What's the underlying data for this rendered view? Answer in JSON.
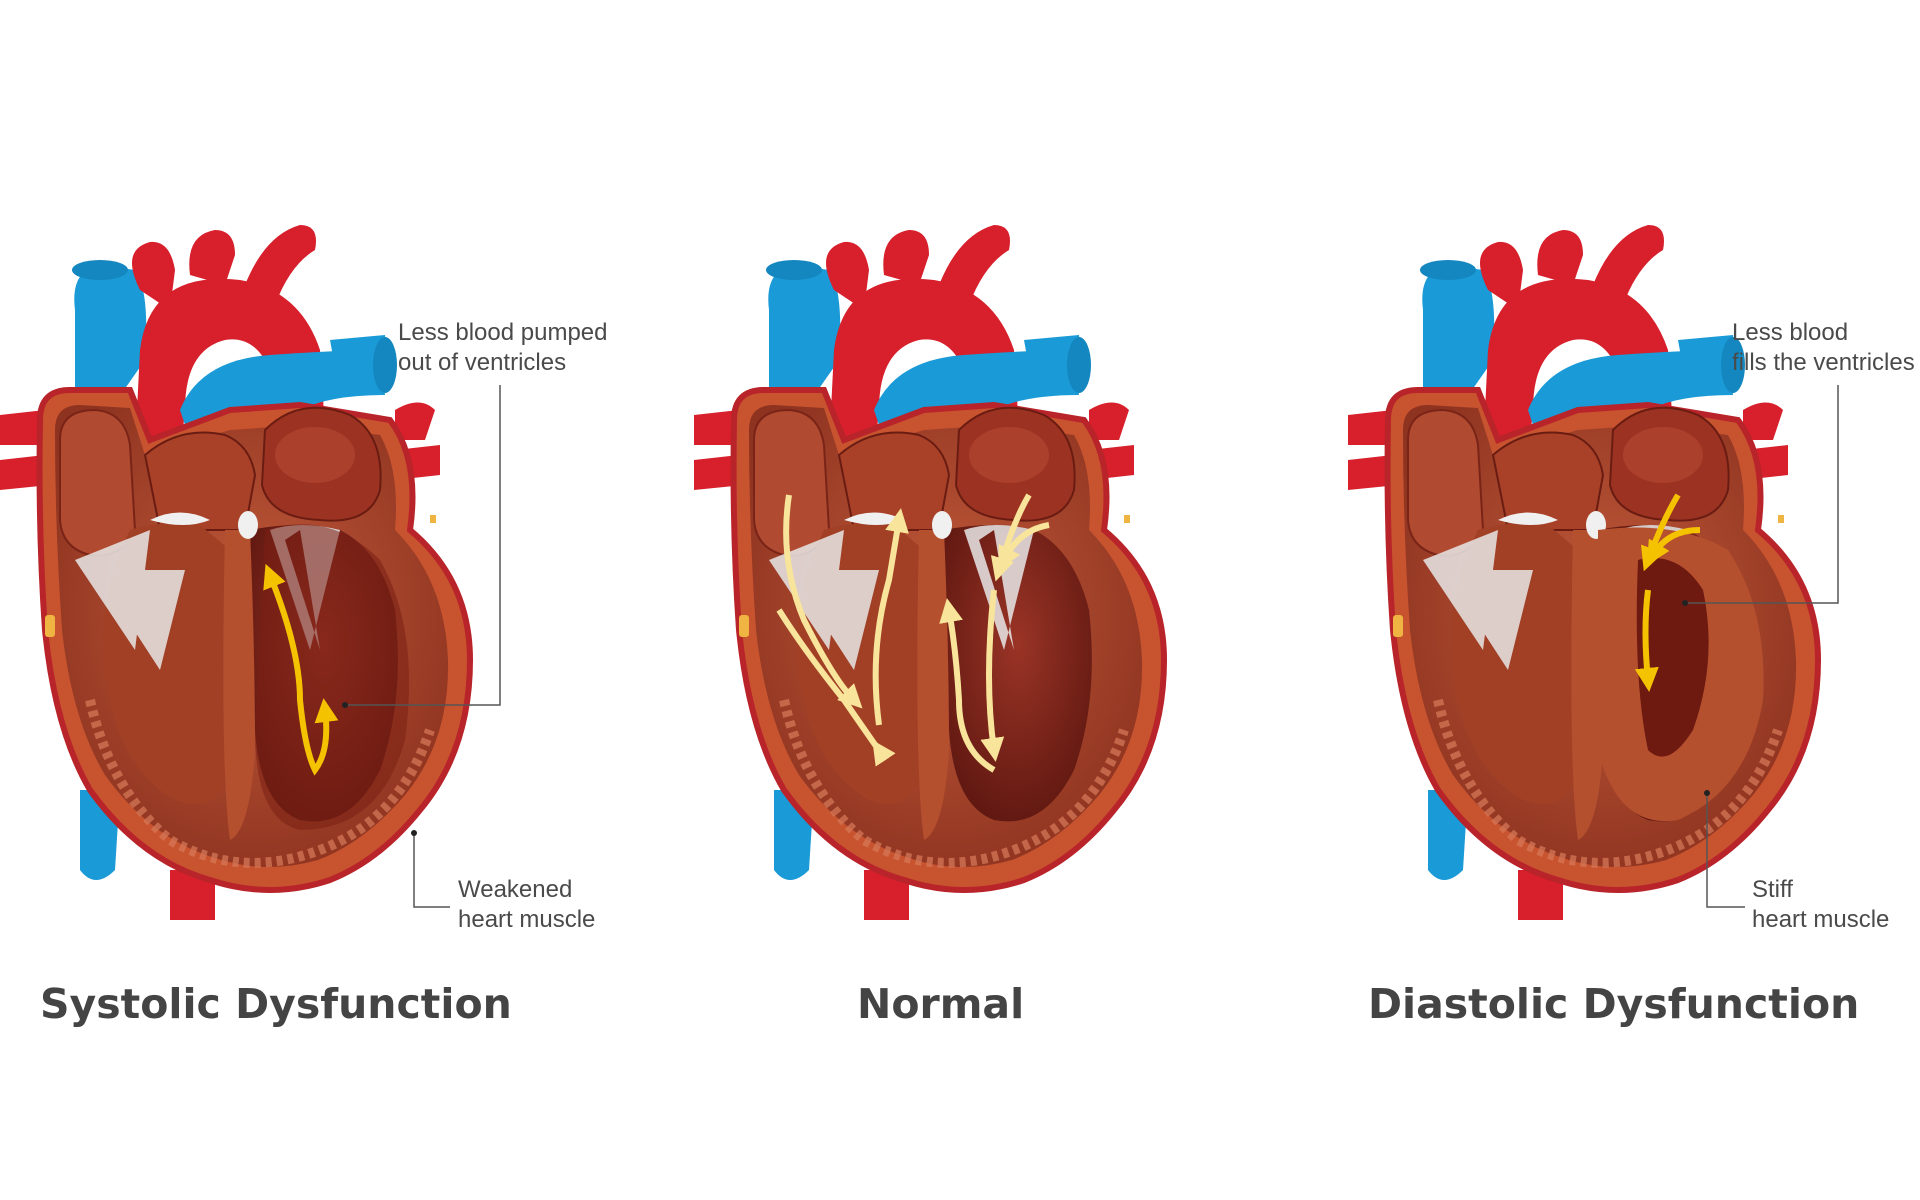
{
  "panels": [
    {
      "id": "systolic",
      "title": "Systolic Dysfunction",
      "annotations": {
        "top": "Less blood pumped\nout of ventricles",
        "bottom": "Weakened\nheart muscle"
      }
    },
    {
      "id": "normal",
      "title": "Normal",
      "annotations": {}
    },
    {
      "id": "diastolic",
      "title": "Diastolic Dysfunction",
      "annotations": {
        "top": "Less blood\nfills the ventricles",
        "bottom": "Stiff\nheart muscle"
      }
    }
  ],
  "colors": {
    "artery": "#d7202c",
    "vein": "#1a9ad6",
    "muscle": "#a8452c",
    "muscle_dark": "#7a2418",
    "chamber": "#8c2a1c",
    "tendon": "#e8e8e8",
    "flow_weak": "#f5c200",
    "flow_normal": "#f8e49a"
  }
}
